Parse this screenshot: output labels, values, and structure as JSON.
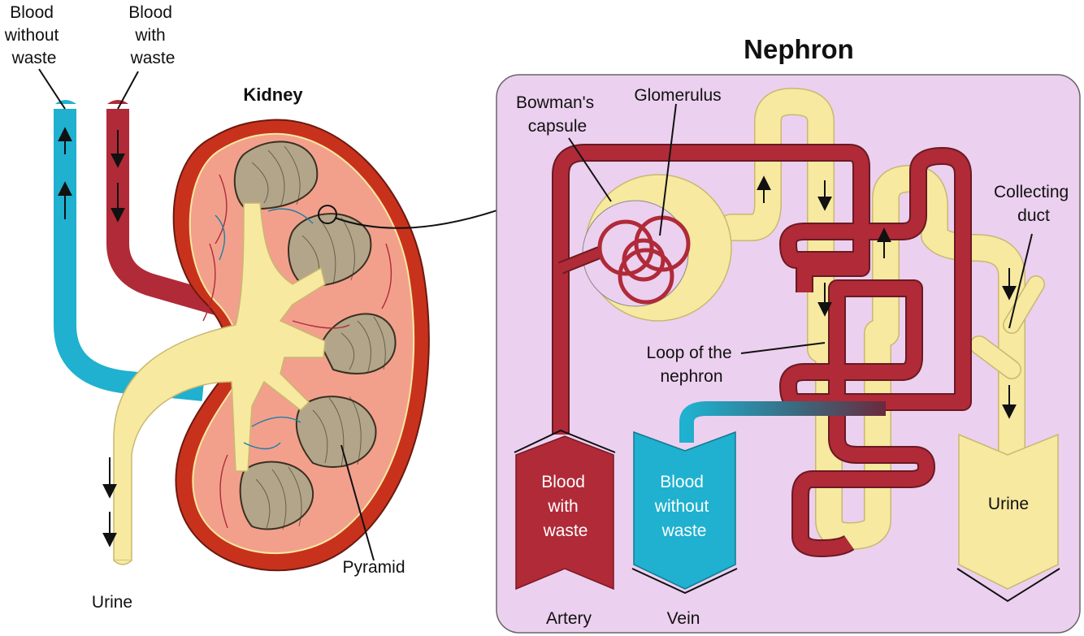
{
  "labels": {
    "blood_without_waste_left": [
      "Blood",
      "without",
      "waste"
    ],
    "blood_with_waste_left": [
      "Blood",
      "with",
      "waste"
    ],
    "kidney_title": "Kidney",
    "urine_left": "Urine",
    "pyramid": "Pyramid",
    "nephron_title": "Nephron",
    "bowmans_capsule": [
      "Bowman's",
      "capsule"
    ],
    "glomerulus": "Glomerulus",
    "collecting_duct": [
      "Collecting",
      "duct"
    ],
    "loop_of_nephron": [
      "Loop of the",
      "nephron"
    ],
    "artery_arrow_text": [
      "Blood",
      "with",
      "waste"
    ],
    "vein_arrow_text": [
      "Blood",
      "without",
      "waste"
    ],
    "urine_arrow_text": "Urine",
    "artery": "Artery",
    "vein": "Vein"
  },
  "colors": {
    "artery": "#b02a38",
    "artery_dark": "#8a1e2b",
    "vein": "#1fb1cf",
    "urine_tube": "#f7e9a0",
    "kidney_cortex": "#f2a08c",
    "kidney_outer": "#c8321c",
    "pyramid": "#b3a58a",
    "nephron_bg": "#ecd0ef"
  }
}
